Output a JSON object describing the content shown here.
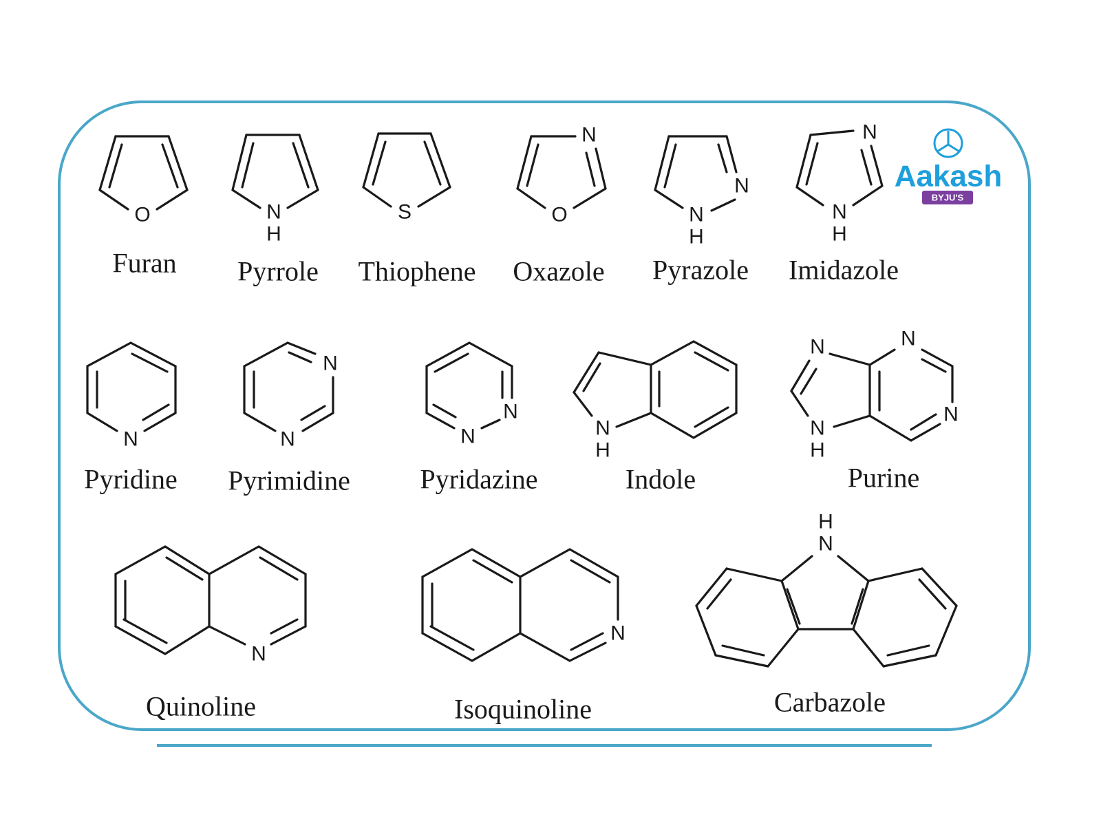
{
  "logo": {
    "brand": "Aakash",
    "sub_brand": "BYJU'S",
    "brand_color": "#1f9fdc",
    "sub_color": "#7b3fa0"
  },
  "frame_color": "#4aa7c9",
  "molecules": [
    {
      "id": "furan",
      "name": "Furan",
      "atoms": [
        "O"
      ]
    },
    {
      "id": "pyrrole",
      "name": "Pyrrole",
      "atoms": [
        "N",
        "H"
      ]
    },
    {
      "id": "thiophene",
      "name": "Thiophene",
      "atoms": [
        "S"
      ]
    },
    {
      "id": "oxazole",
      "name": "Oxazole",
      "atoms": [
        "N",
        "O"
      ]
    },
    {
      "id": "pyrazole",
      "name": "Pyrazole",
      "atoms": [
        "N",
        "N",
        "H"
      ]
    },
    {
      "id": "imidazole",
      "name": "Imidazole",
      "atoms": [
        "N",
        "N",
        "H"
      ]
    },
    {
      "id": "pyridine",
      "name": "Pyridine",
      "atoms": [
        "N"
      ]
    },
    {
      "id": "pyrimidine",
      "name": "Pyrimidine",
      "atoms": [
        "N",
        "N"
      ]
    },
    {
      "id": "pyridazine",
      "name": "Pyridazine",
      "atoms": [
        "N",
        "N"
      ]
    },
    {
      "id": "indole",
      "name": "Indole",
      "atoms": [
        "N",
        "H"
      ]
    },
    {
      "id": "purine",
      "name": "Purine",
      "atoms": [
        "N",
        "N",
        "N",
        "N",
        "H"
      ]
    },
    {
      "id": "quinoline",
      "name": "Quinoline",
      "atoms": [
        "N"
      ]
    },
    {
      "id": "isoquinoline",
      "name": "Isoquinoline",
      "atoms": [
        "N"
      ]
    },
    {
      "id": "carbazole",
      "name": "Carbazole",
      "atoms": [
        "H",
        "N"
      ]
    }
  ]
}
